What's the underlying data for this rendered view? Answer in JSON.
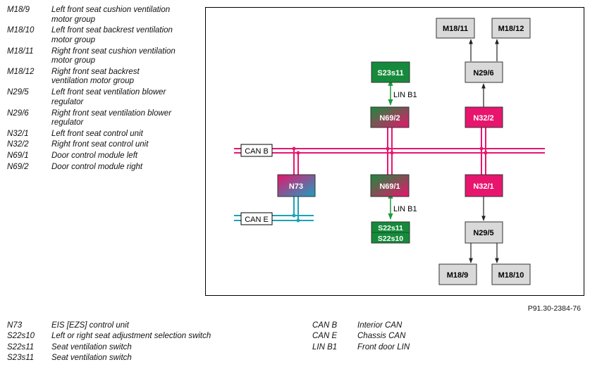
{
  "legend_top": [
    {
      "code": "M18/9",
      "lines": [
        "Left front seat cushion ventilation",
        "motor group"
      ]
    },
    {
      "code": "M18/10",
      "lines": [
        "Left front seat backrest ventilation",
        "motor group"
      ]
    },
    {
      "code": "M18/11",
      "lines": [
        "Right front seat cushion ventilation",
        "motor group"
      ]
    },
    {
      "code": "M18/12",
      "lines": [
        "Right front seat backrest",
        "ventilation motor group"
      ]
    },
    {
      "code": "N29/5",
      "lines": [
        "Left front seat ventilation blower",
        "regulator"
      ]
    },
    {
      "code": "N29/6",
      "lines": [
        "Right front seat ventilation blower",
        "regulator"
      ]
    },
    {
      "code": "N32/1",
      "lines": [
        "Left front seat control unit"
      ]
    },
    {
      "code": "N32/2",
      "lines": [
        "Right front seat control unit"
      ]
    },
    {
      "code": "N69/1",
      "lines": [
        "Door control module left"
      ]
    },
    {
      "code": "N69/2",
      "lines": [
        "Door control module right"
      ]
    }
  ],
  "legend_bottom_left": [
    {
      "code": "N73",
      "desc": "EIS [EZS] control unit"
    },
    {
      "code": "S22s10",
      "desc": "Left or right seat adjustment selection switch"
    },
    {
      "code": "S22s11",
      "desc": "Seat ventilation switch"
    },
    {
      "code": "S23s11",
      "desc": "Seat ventilation switch"
    }
  ],
  "legend_bottom_right": [
    {
      "code": "CAN B",
      "desc": "Interior CAN"
    },
    {
      "code": "CAN E",
      "desc": "Chassis CAN"
    },
    {
      "code": "LIN B1",
      "desc": "Front door LIN"
    }
  ],
  "reference": "P91.30-2384-76",
  "diagram": {
    "bus_labels": {
      "can_b": "CAN B",
      "can_e": "CAN E"
    },
    "lin_labels": {
      "upper": "LIN B1",
      "lower": "LIN B1"
    },
    "blocks": {
      "m18_11": "M18/11",
      "m18_12": "M18/12",
      "n29_6": "N29/6",
      "s23s11": "S23s11",
      "n69_2": "N69/2",
      "n32_2": "N32/2",
      "n73": "N73",
      "n69_1": "N69/1",
      "n32_1": "N32/1",
      "s22s11": "S22s11",
      "s22s10": "S22s10",
      "n29_5": "N29/5",
      "m18_9": "M18/9",
      "m18_10": "M18/10"
    },
    "colors": {
      "can_b": "#e8156e",
      "can_e": "#1aa3b5",
      "lin": "#1f9a3f",
      "switch_green": "#168a3b",
      "grey_block": "#d9d9d9"
    }
  }
}
